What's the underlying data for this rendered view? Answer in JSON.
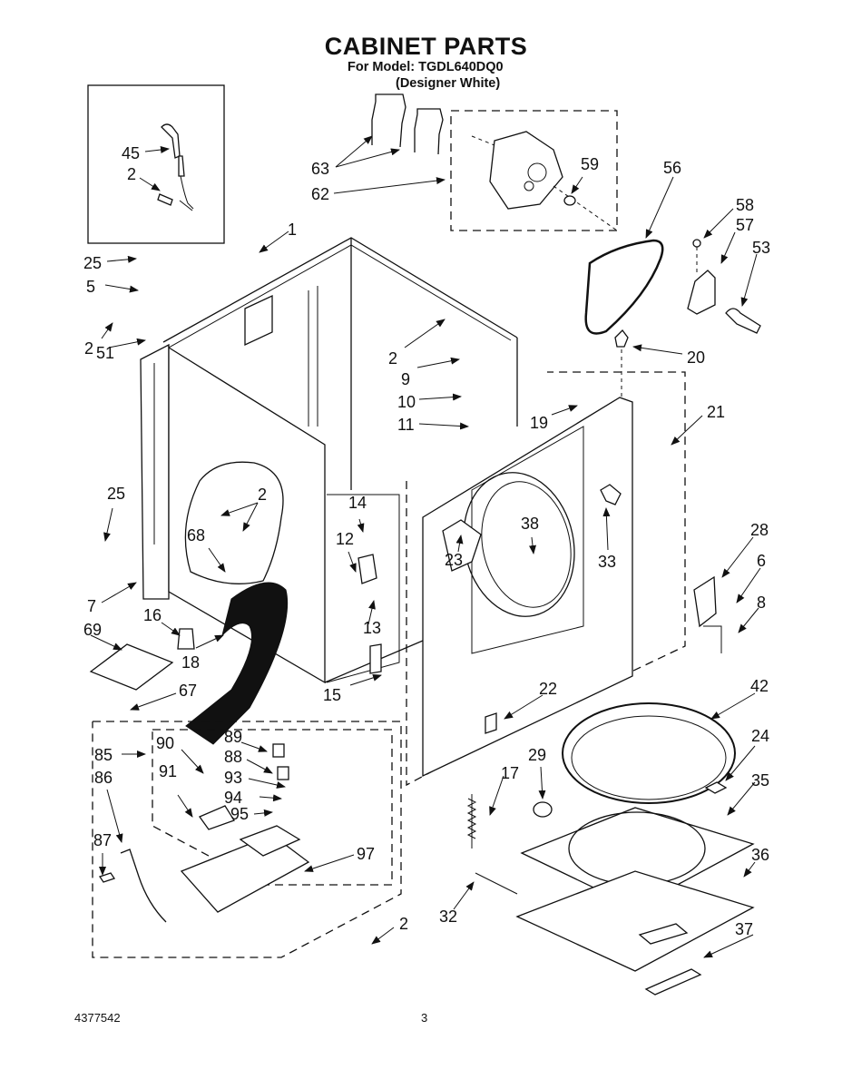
{
  "header": {
    "title": "CABINET PARTS",
    "model_line": "For Model: TGDL640DQ0",
    "color_line": "(Designer White)"
  },
  "footer": {
    "document_number": "4377542",
    "page_number": "3"
  },
  "callouts": {
    "c45": "45",
    "c2_inset": "2",
    "c63": "63",
    "c62": "62",
    "c59": "59",
    "c56": "56",
    "c58": "58",
    "c57": "57",
    "c53": "53",
    "c20": "20",
    "c1": "1",
    "c25_top": "25",
    "c5": "5",
    "c2_left": "2",
    "c51": "51",
    "c2_rear": "2",
    "c9": "9",
    "c10": "10",
    "c11": "11",
    "c19": "19",
    "c21": "21",
    "c25_side": "25",
    "c2_cut": "2",
    "c68": "68",
    "c14": "14",
    "c12": "12",
    "c7": "7",
    "c16": "16",
    "c13": "13",
    "c69": "69",
    "c18": "18",
    "c15": "15",
    "c67": "67",
    "c23": "23",
    "c38": "38",
    "c33": "33",
    "c28": "28",
    "c6": "6",
    "c8": "8",
    "c22": "22",
    "c42": "42",
    "c24": "24",
    "c35": "35",
    "c29": "29",
    "c17": "17",
    "c36": "36",
    "c32": "32",
    "c37": "37",
    "c85": "85",
    "c86": "86",
    "c87": "87",
    "c90": "90",
    "c91": "91",
    "c89": "89",
    "c88": "88",
    "c93": "93",
    "c94": "94",
    "c95": "95",
    "c97": "97",
    "c2_bottom": "2"
  }
}
